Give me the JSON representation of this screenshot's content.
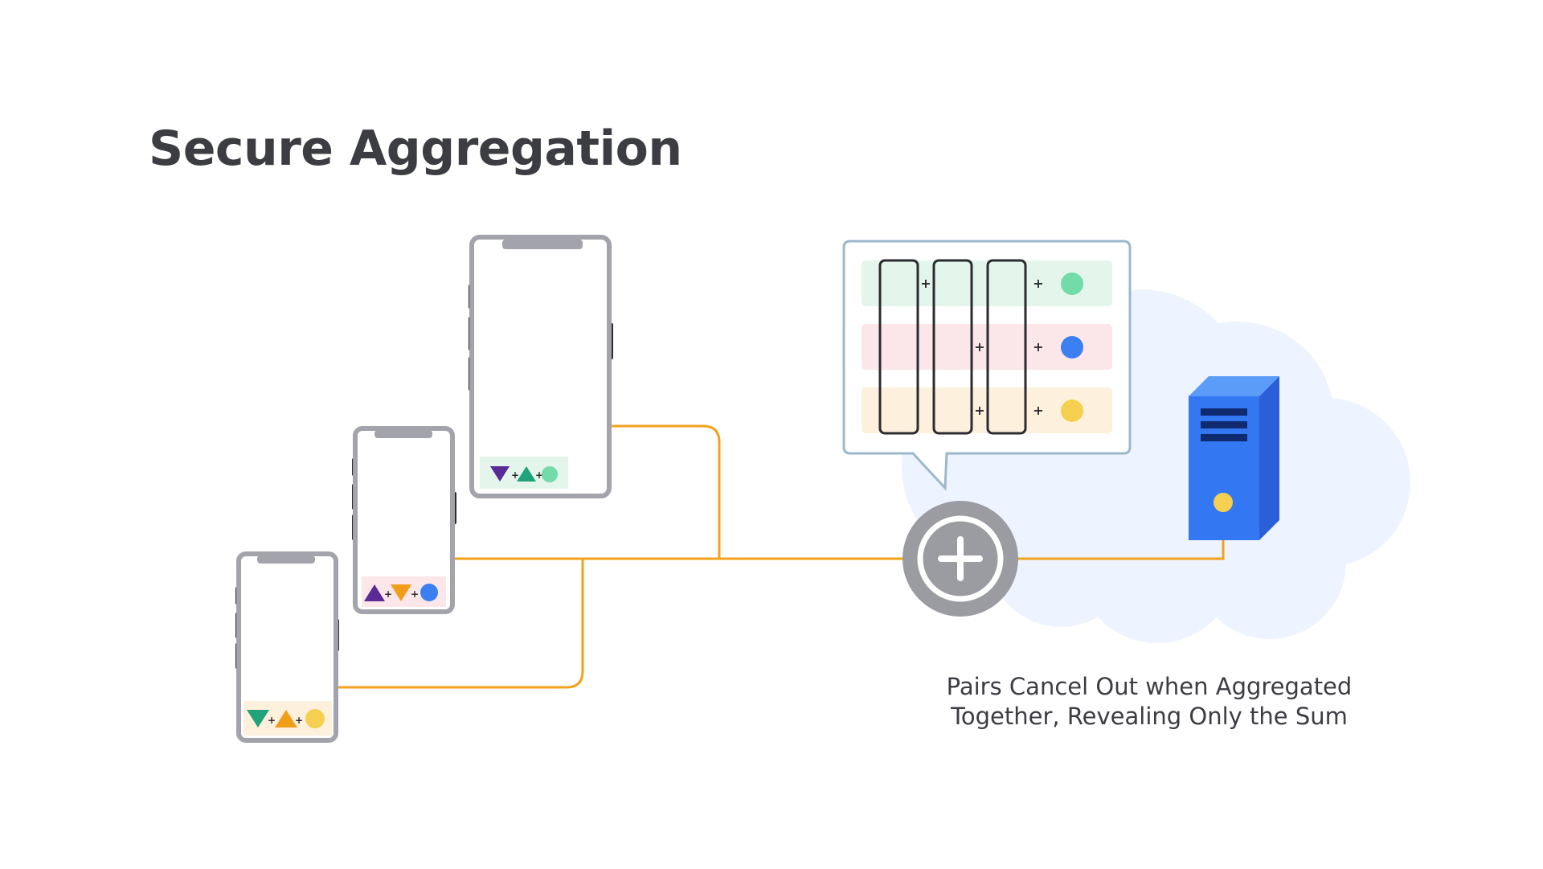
{
  "title": "Secure Aggregation",
  "caption": {
    "line1": "Pairs Cancel Out when Aggregated",
    "line2": "Together, Revealing Only the Sum"
  },
  "phones": [
    {
      "name": "phone-small",
      "tokens": [
        "triangle-down",
        "plus",
        "triangle-up",
        "plus",
        "circle"
      ],
      "colors": [
        "#1fa37a",
        "#f29d1a",
        "#f5cf50"
      ],
      "tray_bg": "#fdf1dd"
    },
    {
      "name": "phone-medium",
      "tokens": [
        "triangle-up",
        "plus",
        "triangle-down",
        "plus",
        "circle"
      ],
      "colors": [
        "#5a2a96",
        "#f29d1a",
        "#3b7ff0"
      ],
      "tray_bg": "#fbe7ea"
    },
    {
      "name": "phone-large",
      "tokens": [
        "triangle-down",
        "plus",
        "triangle-up",
        "plus",
        "circle"
      ],
      "colors": [
        "#5a2a96",
        "#1fa37a",
        "#72dba9"
      ],
      "tray_bg": "#e4f5ec"
    }
  ],
  "bubble": {
    "rows": [
      {
        "bg": "#e4f5ec",
        "dot": "#72dba9",
        "plus": "+"
      },
      {
        "bg": "#fbe7ea",
        "dot": "#3b7ff0",
        "plus": "+"
      },
      {
        "bg": "#fdf1dd",
        "dot": "#f5cf50",
        "plus": "+"
      }
    ]
  },
  "aggregator_icon": "plus-circle-icon",
  "server_icon": "server-icon",
  "colors": {
    "line": "#f2a21b",
    "phone_frame": "#a3a3ab",
    "cloud": "#eef4ff",
    "server_front": "#3477f2",
    "server_side": "#2a5fd9",
    "server_top": "#5a9cf8",
    "server_slots": "#0f2a6e",
    "server_light": "#f5cf50",
    "aggregator": "#9b9ba2"
  }
}
